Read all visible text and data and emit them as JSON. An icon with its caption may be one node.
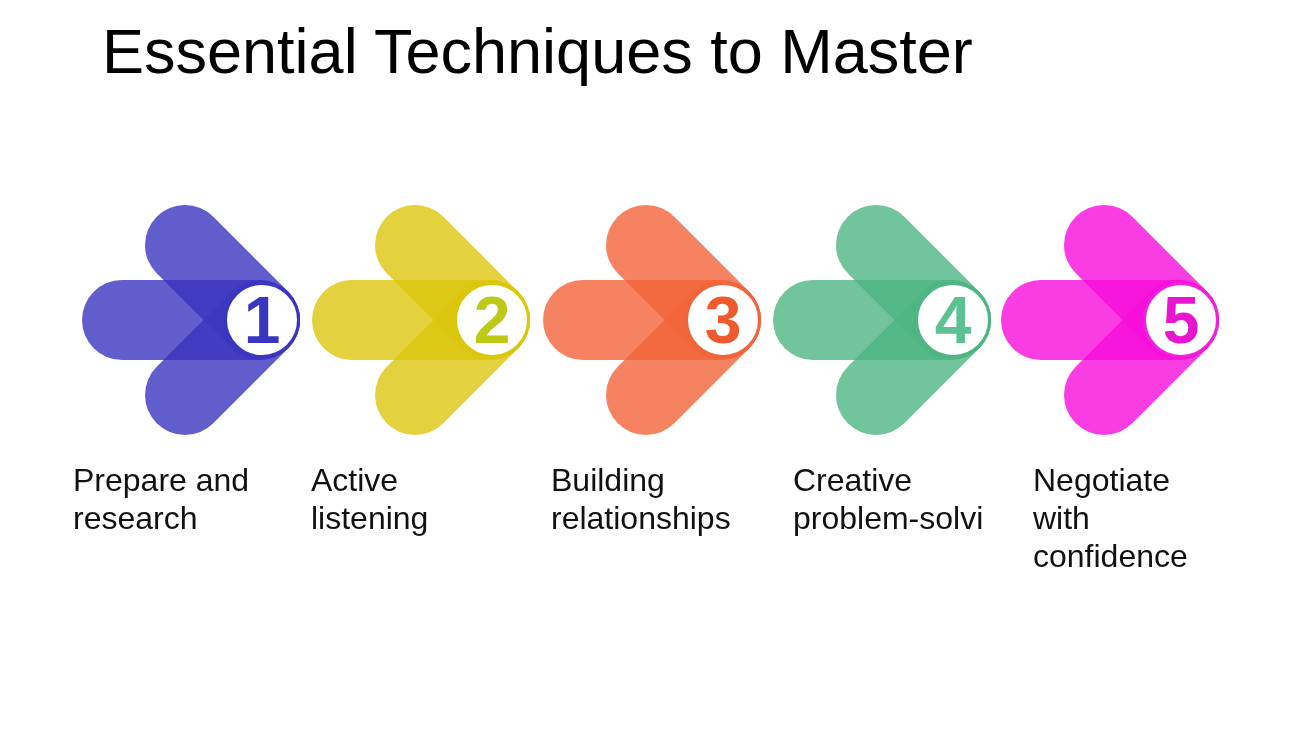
{
  "diagram": {
    "title": "Essential Techniques to Master",
    "nodes": [
      {
        "text": [
          "1"
        ],
        "beside": [
          "Prepare and research"
        ]
      },
      {
        "text": [
          "2"
        ],
        "beside": [
          "Active listening"
        ]
      },
      {
        "text": [
          "3"
        ],
        "beside": [
          "Building relationships"
        ]
      },
      {
        "text": [
          "4"
        ],
        "beside": [
          "Creative problem-solvi"
        ]
      },
      {
        "text": [
          "5"
        ],
        "beside": [
          "Negotiate with confidence"
        ]
      }
    ]
  }
}
